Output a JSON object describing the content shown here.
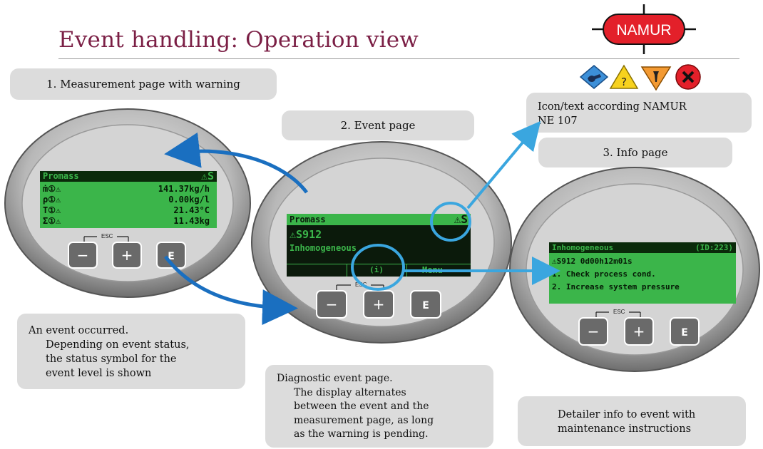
{
  "title": "Event handling: Operation view",
  "logo": {
    "text": "NAMUR",
    "color": "#e3202a"
  },
  "ne107_icons": [
    "maintenance-diamond-icon",
    "out-of-spec-question-icon",
    "function-check-wrench-icon",
    "failure-x-icon"
  ],
  "labels": {
    "measurement": "1. Measurement page with warning",
    "event": "2. Event page",
    "info": "3. Info page",
    "icontext": [
      "Icon/text according NAMUR",
      "NE 107"
    ]
  },
  "device1": {
    "header": "Promass",
    "status": "S",
    "rows": [
      {
        "sym": "ṁ",
        "value": "141.37kg/h"
      },
      {
        "sym": "ρ",
        "value": "0.00kg/l"
      },
      {
        "sym": "T",
        "value": "21.43°C"
      },
      {
        "sym": "Σ",
        "value": "11.43kg"
      }
    ]
  },
  "device2": {
    "header": "Promass",
    "status": "S",
    "code": "S912",
    "text": "Inhomogeneous",
    "softkey_mid": "i",
    "softkey_right": "Menu"
  },
  "device3": {
    "header": "Inhomogeneous",
    "id": "(ID:223)",
    "lines": [
      "S912  0d00h12m01s",
      "1. Check process cond.",
      "2. Increase system pressure"
    ]
  },
  "keys": {
    "esc": "ESC",
    "minus": "−",
    "plus": "+",
    "enter": "E"
  },
  "notes": {
    "event_occurred": [
      "An event occurred.",
      "Depending on event status,",
      "the status symbol for the",
      "event level is shown"
    ],
    "diagnostic": [
      "Diagnostic event page.",
      "The display alternates",
      "between the event and the",
      "measurement page, as long",
      "as the warning is pending."
    ],
    "detail": [
      "Detailer info to event with",
      "maintenance instructions"
    ]
  },
  "colors": {
    "title": "#7b1f45",
    "lcd": "#3bb54a",
    "arrow_dark": "#1a6fc0",
    "arrow_light": "#3aa6df"
  }
}
